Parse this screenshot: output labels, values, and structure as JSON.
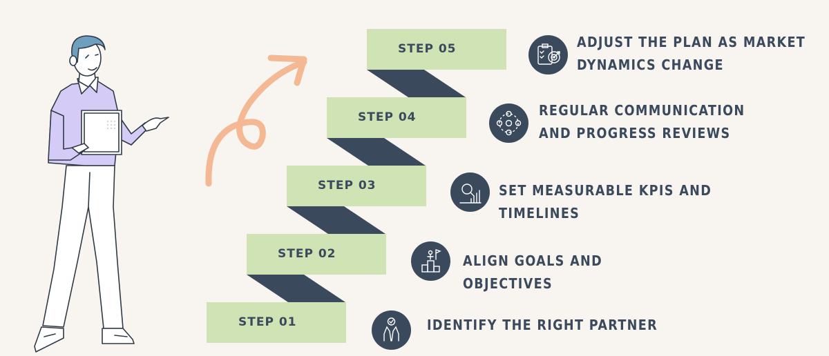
{
  "steps": [
    {
      "label": "STEP 01",
      "text": "IDENTIFY THE RIGHT PARTNER",
      "icon": "teamwork-high-five-icon"
    },
    {
      "label": "STEP 02",
      "text": "ALIGN GOALS AND OBJECTIVES",
      "icon": "goal-podium-flag-icon"
    },
    {
      "label": "STEP 03",
      "text": "SET MEASURABLE KPIS AND TIMELINES",
      "icon": "kpi-chart-magnifier-icon"
    },
    {
      "label": "STEP 04",
      "text": "REGULAR COMMUNICATION AND PROGRESS REVIEWS",
      "icon": "communication-network-icon"
    },
    {
      "label": "STEP 05",
      "text": "ADJUST THE PLAN AS MARKET DYNAMICS CHANGE",
      "icon": "plan-target-clipboard-icon"
    }
  ],
  "colors": {
    "background": "#f8f5f1",
    "step_fill": "#cfe3b4",
    "riser": "#3a4a5c",
    "text": "#3a4a5c",
    "arrow": "#f4b994",
    "shirt": "#d4cbf7",
    "hair": "#6f9fbf"
  },
  "illustration": {
    "figure": "person-presenting-illustration",
    "arrow": "curly-arrow-up"
  }
}
